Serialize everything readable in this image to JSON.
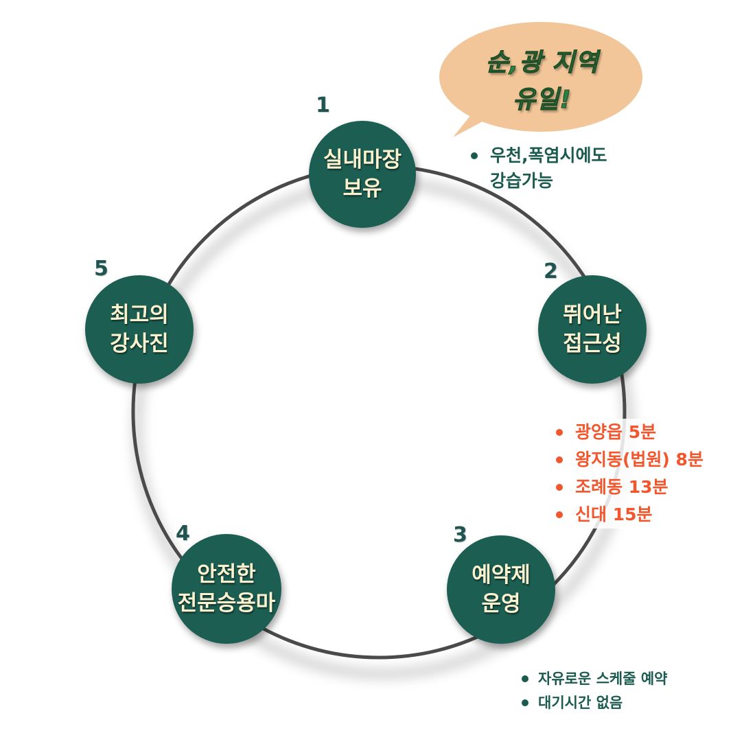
{
  "colors": {
    "node_fill": "#1c5e52",
    "node_text": "#fbf3d0",
    "ring": "#4a4a4a",
    "bubble": "#f2c698",
    "bubble_text": "#2e7d42",
    "accent_orange": "#f2562d",
    "text_green": "#1b5a4f"
  },
  "callout": {
    "line1": "순,광 지역",
    "line2": "유일!"
  },
  "nodes": [
    {
      "number": "1",
      "line1": "실내마장",
      "line2": "보유"
    },
    {
      "number": "2",
      "line1": "뛰어난",
      "line2": "접근성"
    },
    {
      "number": "3",
      "line1": "예약제",
      "line2": "운영"
    },
    {
      "number": "4",
      "line1": "안전한",
      "line2": "전문승용마"
    },
    {
      "number": "5",
      "line1": "최고의",
      "line2": "강사진"
    }
  ],
  "notes": {
    "indoor": [
      "우천,폭염시에도",
      "강습가능"
    ],
    "access": [
      "광양읍 5분",
      "왕지동(법원) 8분",
      "조례동 13분",
      "신대 15분"
    ],
    "reservation": [
      "자유로운 스케줄 예약",
      "대기시간 없음"
    ]
  }
}
